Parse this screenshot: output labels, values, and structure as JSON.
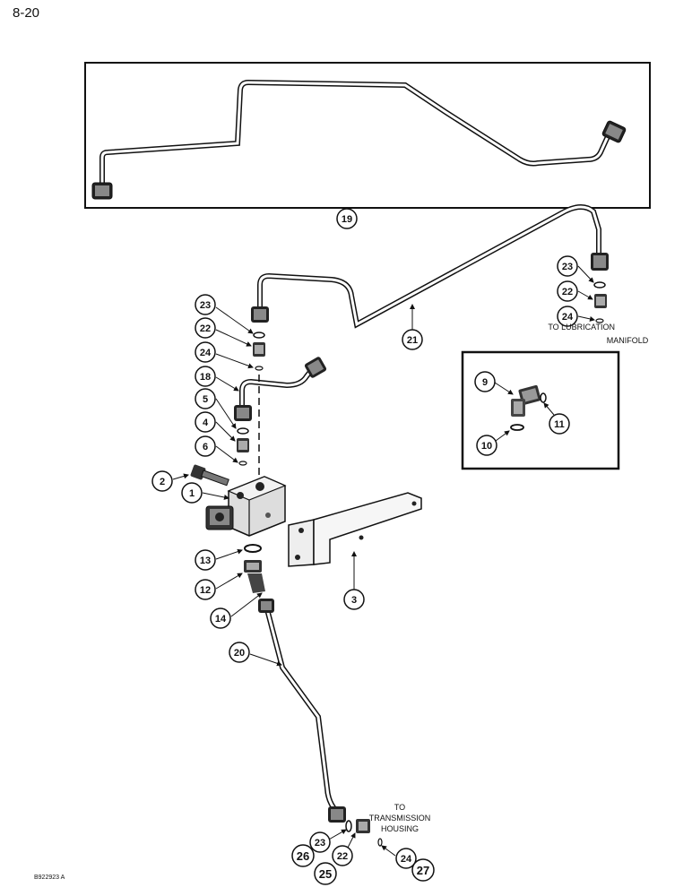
{
  "page_number": "8-20",
  "figure_code": "B922923 A",
  "notes": {
    "lubrication_line1": "TO LUBRICATION",
    "lubrication_line2": "MANIFOLD",
    "transmission_line1": "TO",
    "transmission_line2": "TRANSMISSION",
    "transmission_line3": "HOUSING"
  },
  "callouts": [
    "19",
    "21",
    "23",
    "22",
    "24",
    "18",
    "5",
    "4",
    "6",
    "2",
    "1",
    "13",
    "12",
    "14",
    "3",
    "20",
    "9",
    "11",
    "10",
    "26",
    "25",
    "27"
  ],
  "callout_labels": {
    "c19": "19",
    "c21": "21",
    "c23a": "23",
    "c22a": "22",
    "c24a": "24",
    "c23b": "23",
    "c22b": "22",
    "c24b": "24",
    "c18": "18",
    "c5": "5",
    "c4": "4",
    "c6": "6",
    "c2": "2",
    "c1": "1",
    "c13": "13",
    "c12": "12",
    "c14": "14",
    "c3": "3",
    "c20": "20",
    "c9": "9",
    "c11": "11",
    "c10": "10",
    "c23c": "23",
    "c22c": "22",
    "c26": "26",
    "c25": "25",
    "c24c": "24",
    "c27": "27"
  }
}
